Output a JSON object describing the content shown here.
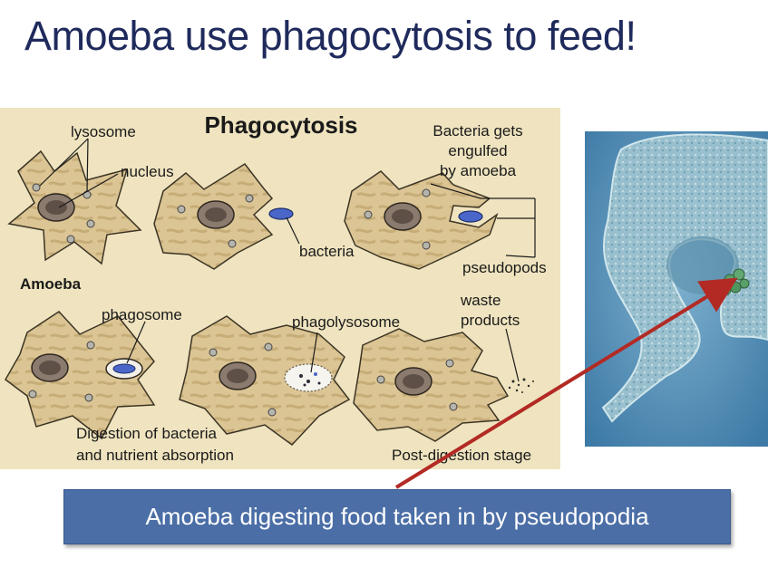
{
  "slide": {
    "title": "Amoeba use phagocytosis to feed!",
    "caption": "Amoeba digesting food taken in by pseudopodia"
  },
  "diagram": {
    "heading": "Phagocytosis",
    "labels": {
      "lysosome": "lysosome",
      "nucleus": "nucleus",
      "bacteria": "bacteria",
      "amoeba": "Amoeba",
      "engulf_line1": "Bacteria gets",
      "engulf_line2": "engulfed",
      "engulf_line3": "by amoeba",
      "pseudopods": "pseudopods",
      "phagosome": "phagosome",
      "phagolysosome": "phagolysosome",
      "waste_line1": "waste",
      "waste_line2": "products",
      "digestion_line1": "Digestion of bacteria",
      "digestion_line2": "and nutrient absorption",
      "post_digestion": "Post-digestion stage"
    }
  },
  "colors": {
    "title": "#1f2a5c",
    "diagram_background": "#efe4bf",
    "cell_fill": "#dcc594",
    "caption_box": "#4b6ea6",
    "arrow": "#b32a25"
  }
}
